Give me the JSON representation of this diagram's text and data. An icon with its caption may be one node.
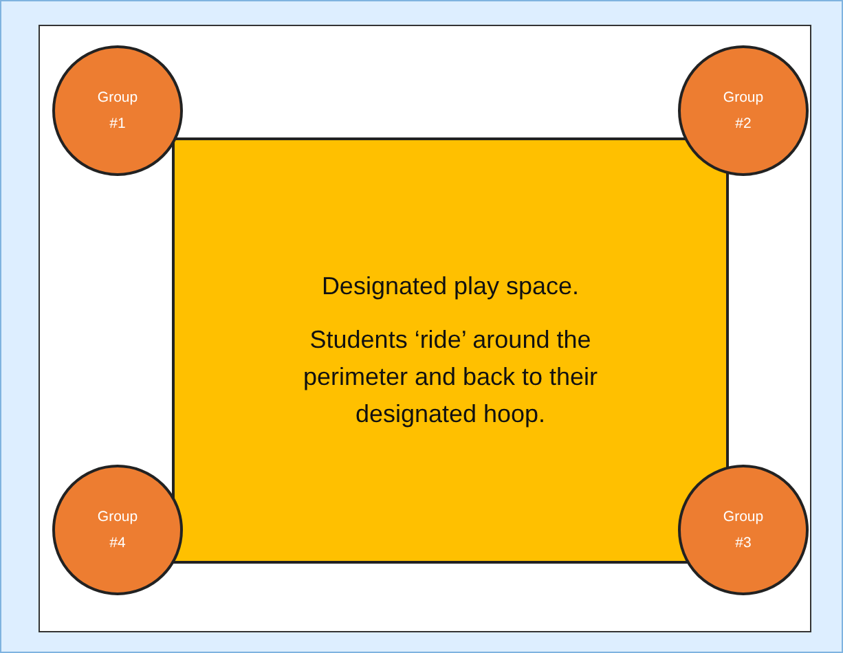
{
  "diagram": {
    "nodes": [
      {
        "text": [
          "Group #1"
        ]
      },
      {
        "text": [
          "Group #2"
        ]
      },
      {
        "text": [
          "Designated play space.",
          "Students ‘ride’ around the perimeter and back to their designated hoop."
        ]
      },
      {
        "text": [
          "Group #4"
        ]
      },
      {
        "text": [
          "Group #3"
        ]
      }
    ]
  }
}
